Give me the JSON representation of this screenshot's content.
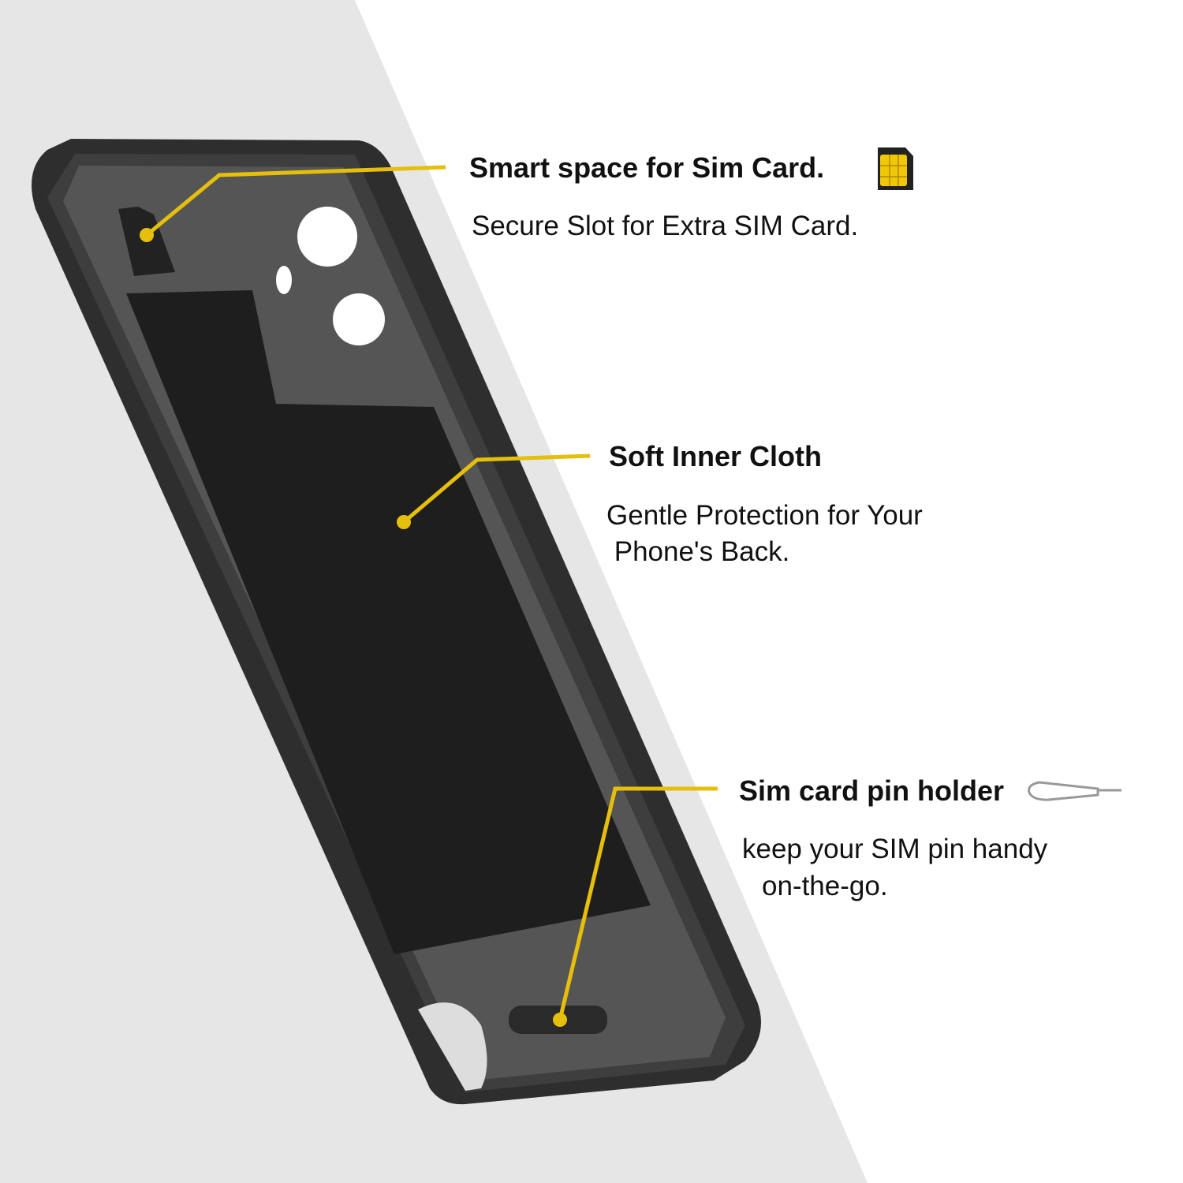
{
  "features": [
    {
      "title": "Smart space for Sim Card.",
      "description": "Secure Slot for Extra SIM Card.",
      "icon": "sim-card-icon"
    },
    {
      "title": "Soft Inner Cloth",
      "description_lines": [
        "Gentle Protection for Your",
        " Phone's Back."
      ]
    },
    {
      "title": "Sim card pin holder",
      "description_lines": [
        "keep your SIM pin handy",
        "on-the-go."
      ],
      "icon": "sim-pin-icon"
    }
  ],
  "colors": {
    "accent": "#e6bf0c",
    "case": "#3a3a3a",
    "background_left": "#e6e6e6"
  }
}
